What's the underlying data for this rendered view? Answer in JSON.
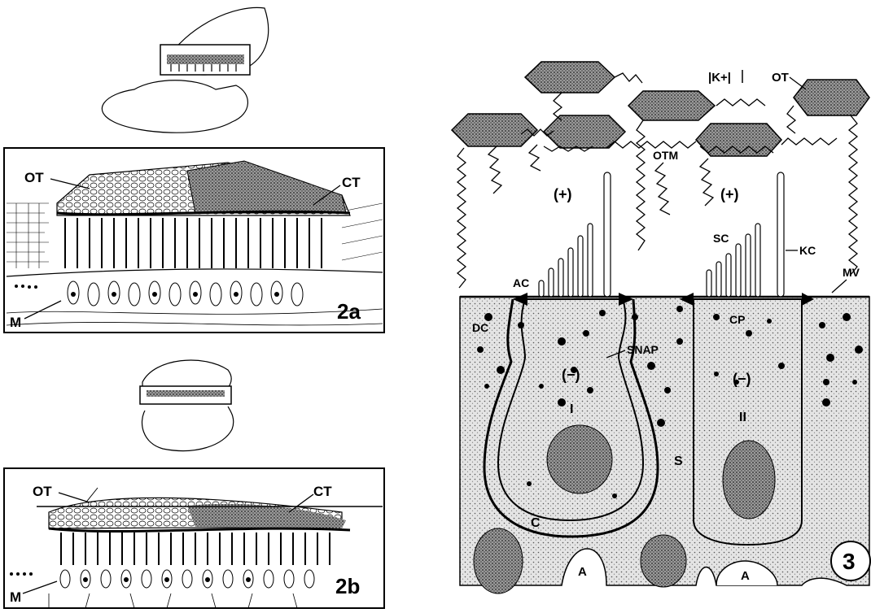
{
  "figure2a": {
    "labels": {
      "ot": "OT",
      "ct": "CT",
      "m": "M",
      "panel": "2a"
    }
  },
  "figure2b": {
    "labels": {
      "ot": "OT",
      "ct": "CT",
      "m": "M",
      "panel": "2b"
    }
  },
  "figure3": {
    "labels": {
      "k": "|K+|",
      "ot": "OT",
      "otm": "OTM",
      "plus_left": "(+)",
      "plus_right": "(+)",
      "sc": "SC",
      "kc": "KC",
      "mv": "MV",
      "ac": "AC",
      "cp": "CP",
      "dc": "DC",
      "snap": "SNAP",
      "minus_left": "(−)",
      "minus_right": "(−)",
      "type1": "I",
      "type2": "II",
      "s": "S",
      "c": "C",
      "a_left": "A",
      "a_right": "A",
      "panel": "3"
    }
  },
  "colors": {
    "ink": "#000000",
    "stipple": "#d6d6d6",
    "otoconia": "#7a7a7a",
    "paper": "#ffffff"
  }
}
